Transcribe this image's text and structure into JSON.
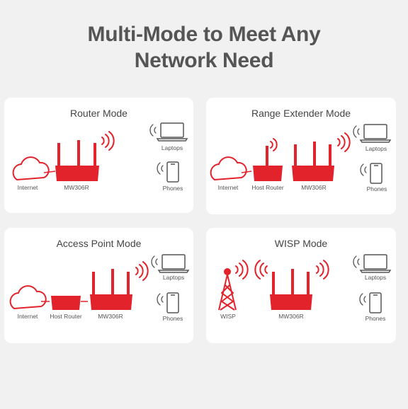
{
  "title_line1": "Multi-Mode to Meet Any",
  "title_line2": "Network Need",
  "colors": {
    "accent": "#e3232b",
    "outline": "#555555",
    "card": "#ffffff",
    "background": "#f1f1f1"
  },
  "cards": [
    {
      "title": "Router Mode",
      "labels": {
        "internet": "Internet",
        "device": "MW306R",
        "laptops": "Laptops",
        "phones": "Phones"
      }
    },
    {
      "title": "Range Extender Mode",
      "labels": {
        "internet": "Internet",
        "host_router": "Host Router",
        "device": "MW306R",
        "laptops": "Laptops",
        "phones": "Phones"
      }
    },
    {
      "title": "Access Point Mode",
      "labels": {
        "internet": "Internet",
        "host_router": "Host Router",
        "device": "MW306R",
        "laptops": "Laptops",
        "phones": "Phones"
      }
    },
    {
      "title": "WISP Mode",
      "labels": {
        "wisp": "WISP",
        "device": "MW306R",
        "laptops": "Laptops",
        "phones": "Phones"
      }
    }
  ]
}
